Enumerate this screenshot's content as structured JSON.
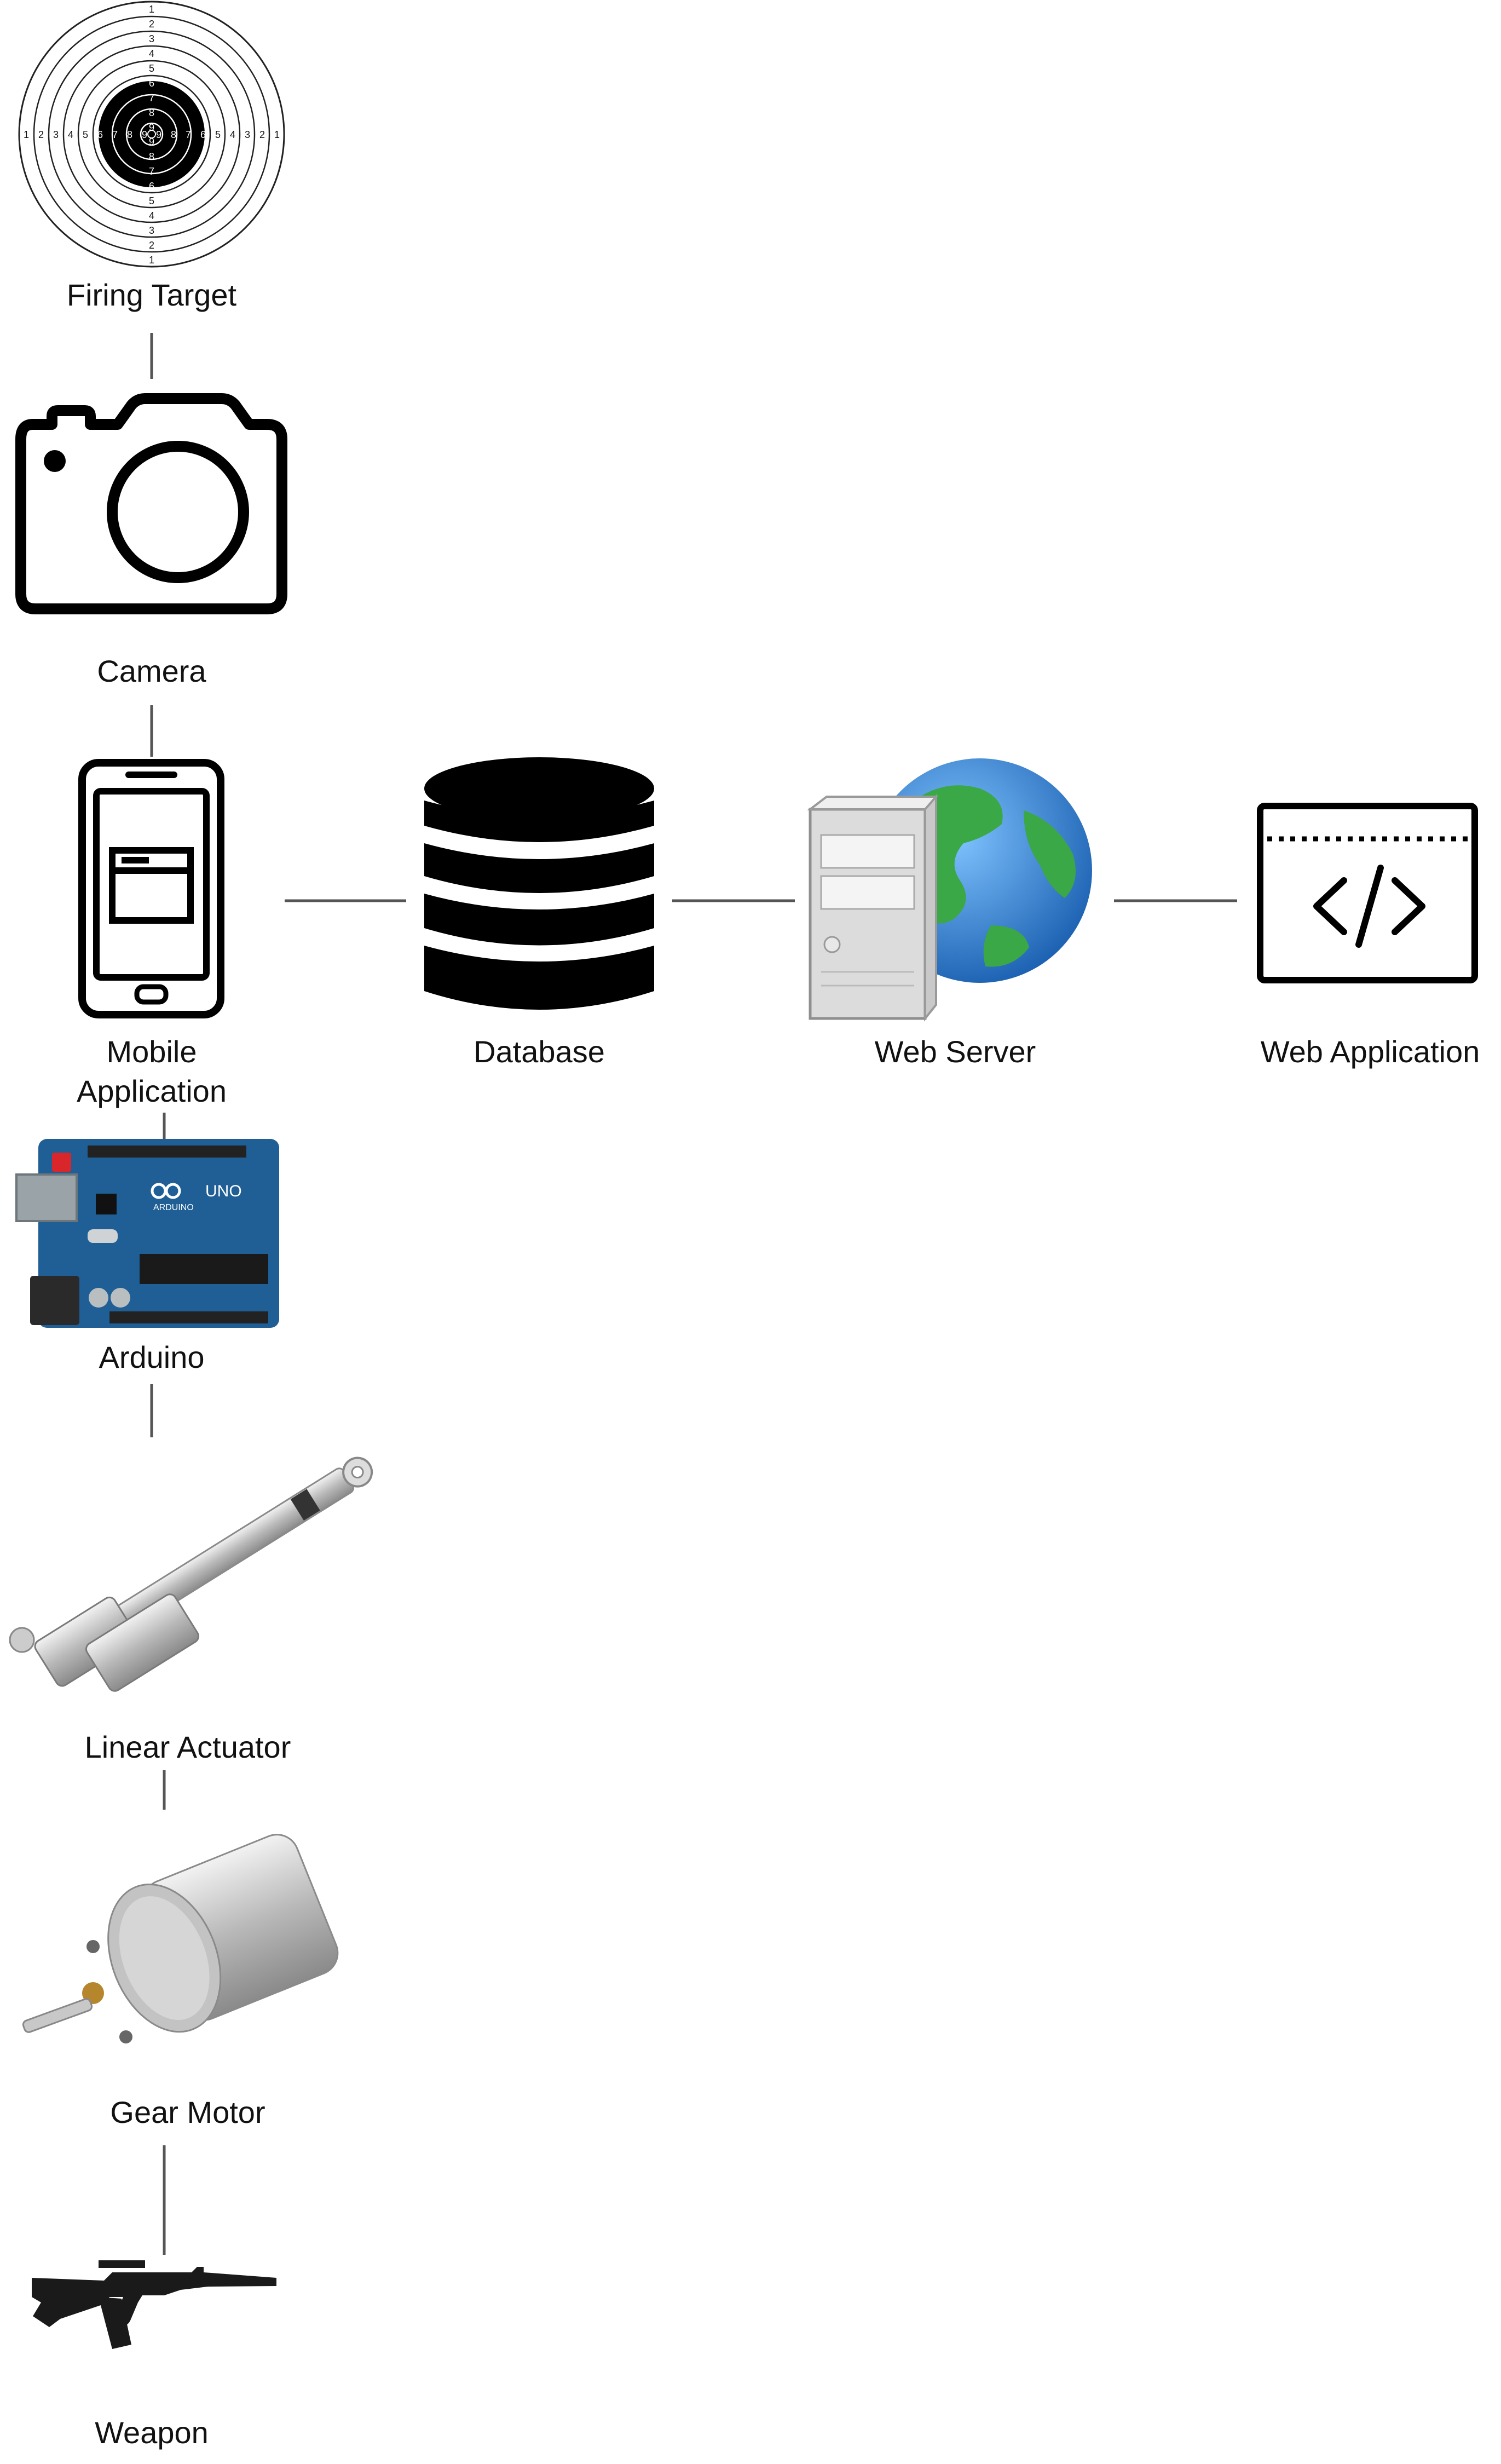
{
  "nodes": {
    "firing_target": {
      "label": "Firing Target"
    },
    "camera": {
      "label": "Camera"
    },
    "mobile_app": {
      "label_line1": "Mobile",
      "label_line2": "Application"
    },
    "database": {
      "label": "Database"
    },
    "web_server": {
      "label": "Web Server"
    },
    "web_application": {
      "label": "Web Application"
    },
    "arduino": {
      "label": "Arduino",
      "board_text": "UNO",
      "brand_text": "ARDUINO"
    },
    "linear_actuator": {
      "label": "Linear Actuator"
    },
    "gear_motor": {
      "label": "Gear Motor"
    },
    "weapon": {
      "label": "Weapon"
    }
  },
  "target_rings": [
    "1",
    "2",
    "3",
    "4",
    "5",
    "6",
    "7",
    "8",
    "9"
  ],
  "colors": {
    "line": "#555555",
    "arduino_blue": "#1f5f95",
    "globe_water": "#2e7fd3",
    "globe_land": "#2f9a3c"
  }
}
